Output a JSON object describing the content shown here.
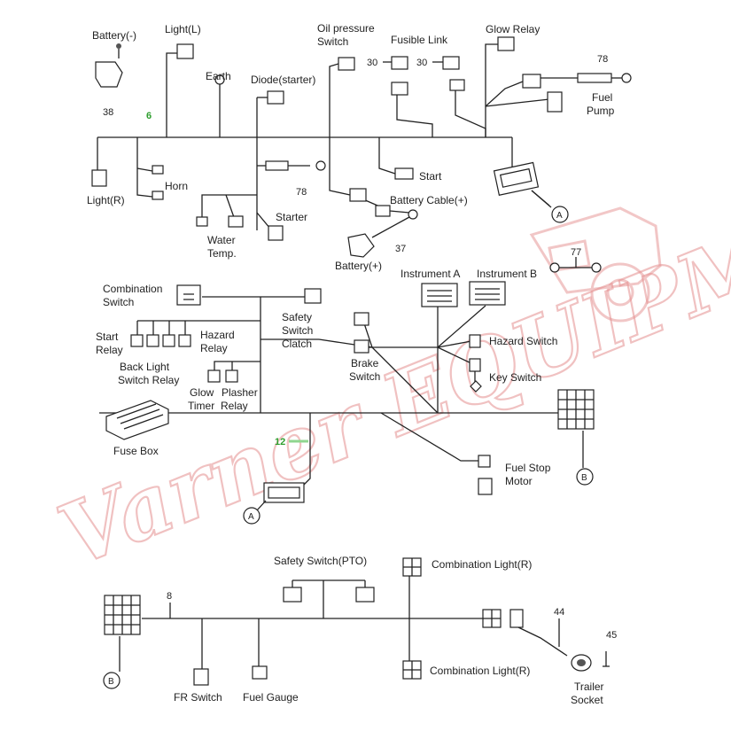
{
  "watermark": "Varner EQUIPMENT",
  "callouts": {
    "a_top": "A",
    "a_mid": "A",
    "b_mid": "B",
    "b_bottom": "B"
  },
  "numbers": {
    "n38": "38",
    "n6": "6",
    "n78a": "78",
    "n78b": "78",
    "n30a": "30",
    "n30b": "30",
    "n37": "37",
    "n77": "77",
    "n12": "12",
    "n8": "8",
    "n44": "44",
    "n45": "45"
  },
  "top_section": {
    "battery_neg": "Battery(-)",
    "light_l": "Light(L)",
    "earth": "Earth",
    "diode_starter": "Diode(starter)",
    "oil_pressure_1": "Oil pressure",
    "oil_pressure_2": "Switch",
    "fusible_link": "Fusible Link",
    "glow_relay": "Glow Relay",
    "fuel_pump_1": "Fuel",
    "fuel_pump_2": "Pump",
    "light_r": "Light(R)",
    "horn": "Horn",
    "start": "Start",
    "battery_cable": "Battery Cable(+)",
    "starter": "Starter",
    "water_temp_1": "Water",
    "water_temp_2": "Temp.",
    "battery_pos": "Battery(+)"
  },
  "middle_section": {
    "combination_switch_1": "Combination",
    "combination_switch_2": "Switch",
    "safety_switch_1": "Safety",
    "safety_switch_2": "Switch",
    "safety_switch_3": "Clatch",
    "instrument_a": "Instrument A",
    "instrument_b": "Instrument B",
    "start_relay_1": "Start",
    "start_relay_2": "Relay",
    "hazard_relay_1": "Hazard",
    "hazard_relay_2": "Relay",
    "hazard_switch": "Hazard Switch",
    "back_light_1": "Back Light",
    "back_light_2": "Switch Relay",
    "brake_switch_1": "Brake",
    "brake_switch_2": "Switch",
    "key_switch": "Key Switch",
    "glow_timer_1": "Glow",
    "glow_timer_2": "Timer",
    "plasher_relay_1": "Plasher",
    "plasher_relay_2": "Relay",
    "fuse_box": "Fuse Box",
    "fuel_stop_1": "Fuel Stop",
    "fuel_stop_2": "Motor"
  },
  "bottom_section": {
    "safety_switch_pto": "Safety Switch(PTO)",
    "combination_light_top": "Combination Light(R)",
    "combination_light_bottom": "Combination Light(R)",
    "fr_switch": "FR Switch",
    "fuel_gauge": "Fuel Gauge",
    "trailer_1": "Trailer",
    "trailer_2": "Socket"
  }
}
